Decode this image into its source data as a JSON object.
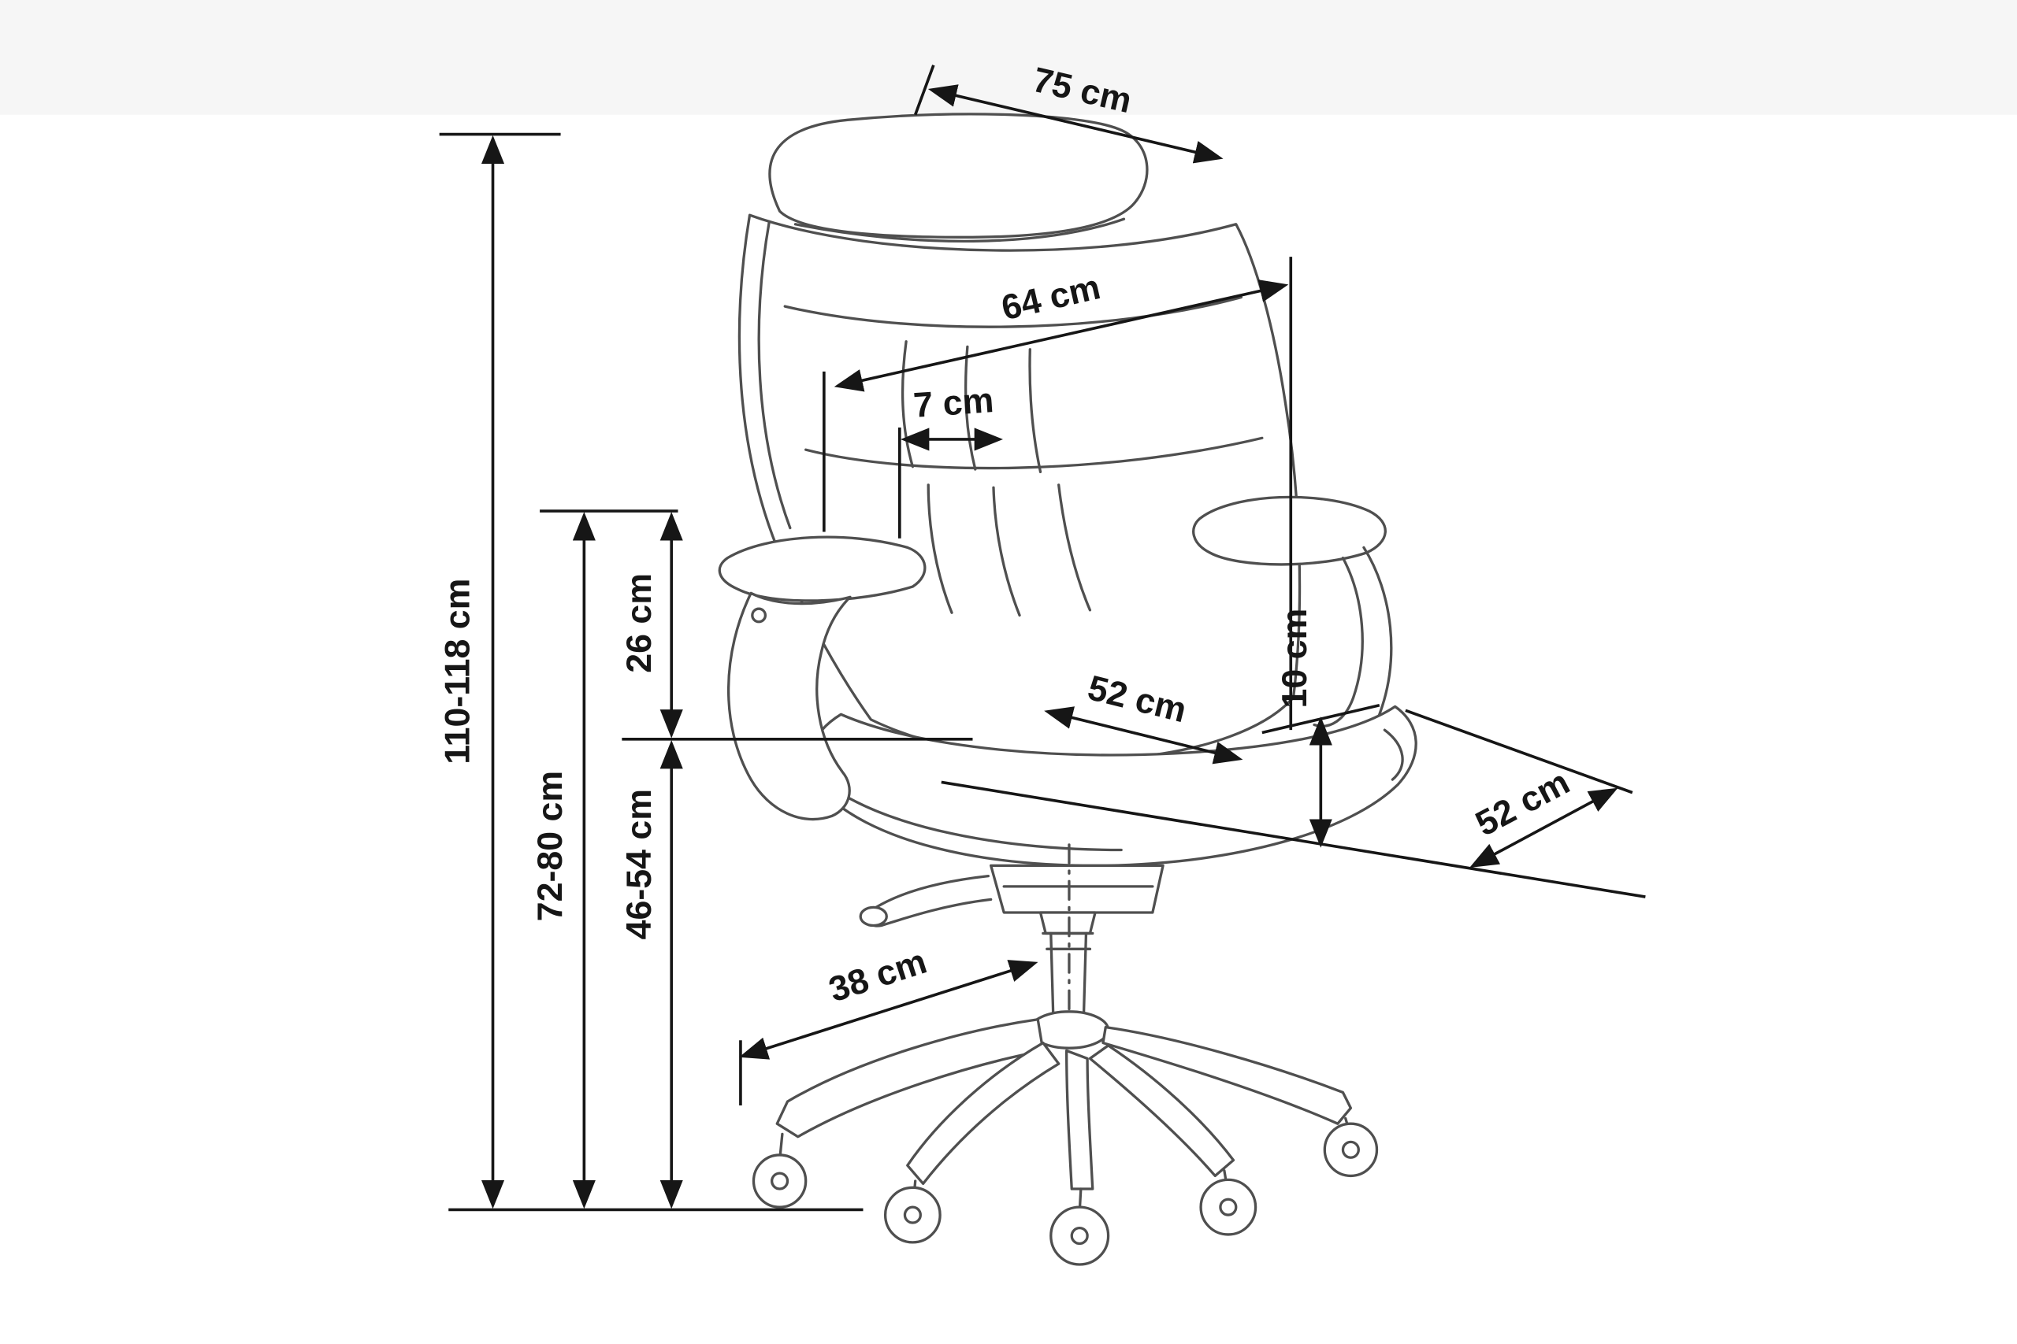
{
  "meta": {
    "background_color": "#ffffff",
    "top_band_color": "#f6f6f6",
    "dimension_line_color": "#161616",
    "chair_line_color": "#4f4f4f"
  },
  "labels": {
    "width_top": "75 cm",
    "width_back": "64 cm",
    "armrest_gap": "7 cm",
    "height_total": "110-118 cm",
    "height_armrest": "72-80 cm",
    "backrest_to_seat": "26 cm",
    "height_seat": "46-54 cm",
    "seat_width": "52 cm",
    "cushion_height": "10 cm",
    "seat_depth": "52 cm",
    "base_radius": "38 cm"
  }
}
